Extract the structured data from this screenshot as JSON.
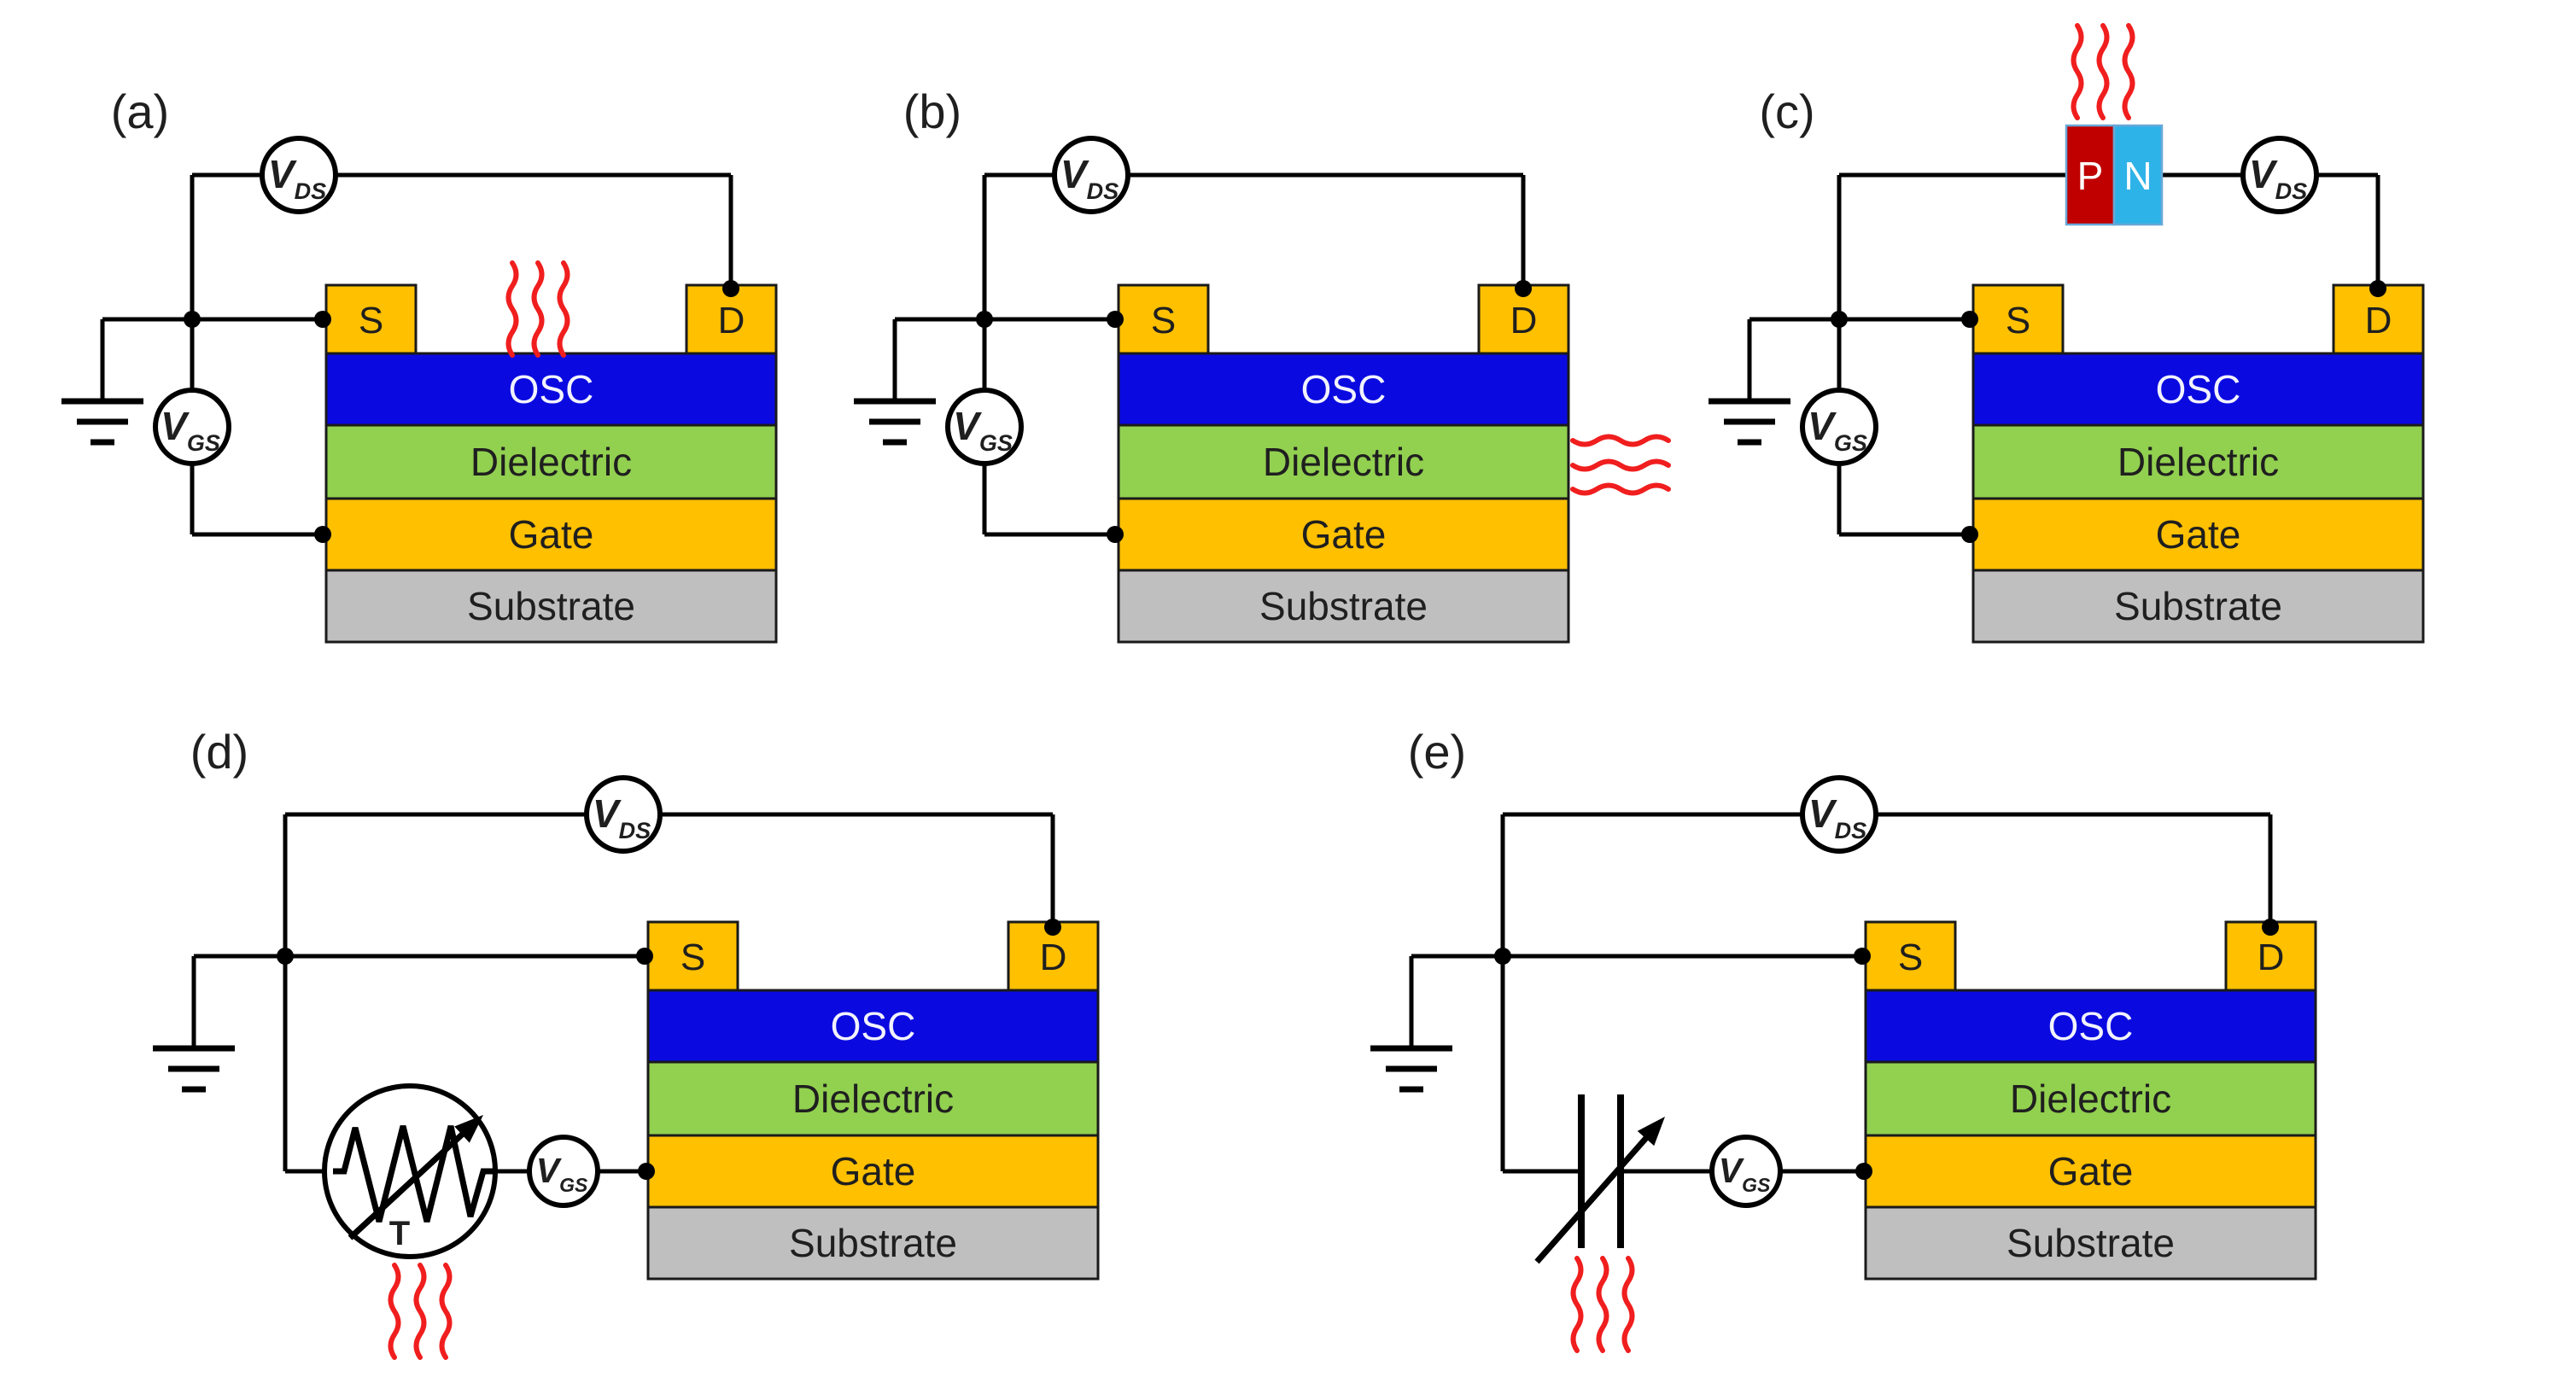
{
  "figure": {
    "colors": {
      "background": "#ffffff",
      "wire": "#000000",
      "outline": "#1a1a1a",
      "heat": "#f01e1e",
      "gold": "#FFC000",
      "osc_blue": "#0a0ae0",
      "dielectric_green": "#92D050",
      "substrate_gray": "#BFBFBF",
      "p_type_red": "#C00000",
      "n_type_blue": "#2EB3E8",
      "pn_border": "#69a8d8",
      "meter_fill": "#ffffff",
      "text_dark": "#1f1f1f",
      "osc_text": "#f2f2ff",
      "pn_text": "#ffffff"
    },
    "panels": [
      {
        "label": "(a)",
        "heat_position": "above-osc-channel"
      },
      {
        "label": "(b)",
        "heat_position": "right-of-dielectric"
      },
      {
        "label": "(c)",
        "heat_position": "above-peltier-element"
      },
      {
        "label": "(d)",
        "heat_position": "below-thermistor"
      },
      {
        "label": "(e)",
        "heat_position": "below-variable-capacitor"
      }
    ],
    "contacts": {
      "source": "S",
      "drain": "D"
    },
    "layers": [
      {
        "name": "OSC"
      },
      {
        "name": "Dielectric"
      },
      {
        "name": "Gate"
      },
      {
        "name": "Substrate"
      }
    ],
    "meters": {
      "vds": {
        "main": "V",
        "sub": "DS"
      },
      "vgs": {
        "main": "V",
        "sub": "GS"
      }
    },
    "pn": {
      "p": "P",
      "n": "N"
    },
    "thermistor_label": "T"
  }
}
